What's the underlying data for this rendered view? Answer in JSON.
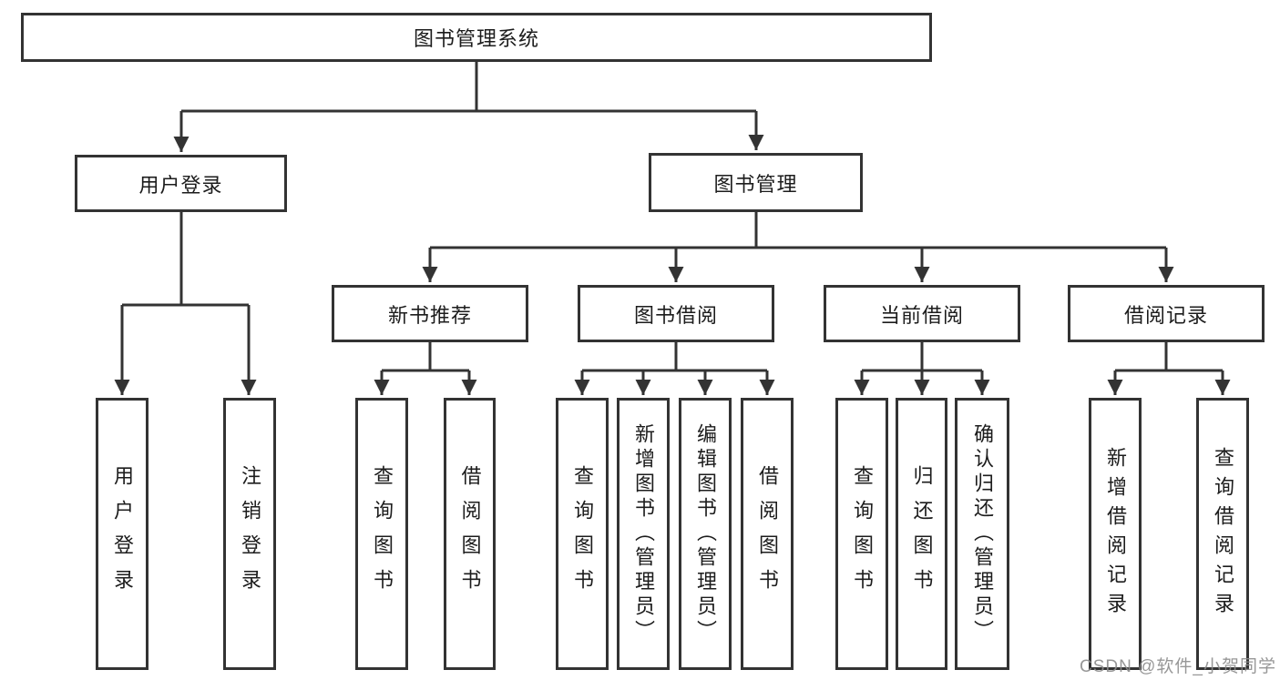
{
  "diagram": {
    "root": {
      "label": "图书管理系统"
    },
    "level2": [
      {
        "label": "用户登录"
      },
      {
        "label": "图书管理"
      }
    ],
    "level3": [
      {
        "label": "新书推荐"
      },
      {
        "label": "图书借阅"
      },
      {
        "label": "当前借阅"
      },
      {
        "label": "借阅记录"
      }
    ],
    "leaves": {
      "user_login": [
        "用户登录",
        "注销登录"
      ],
      "new_books": [
        "查询图书",
        "借阅图书"
      ],
      "book_borrow": [
        "查询图书",
        "新增图书（管理员）",
        "编辑图书（管理员）",
        "借阅图书"
      ],
      "current_borrow": [
        "查询图书",
        "归还图书",
        "确认归还（管理员）"
      ],
      "borrow_records": [
        "新增借阅记录",
        "查询借阅记录"
      ]
    },
    "colors": {
      "line": "#333333",
      "box_border": "#333333",
      "text": "#1c1c1c",
      "background": "#ffffff",
      "watermark": "#8c8c8c"
    },
    "watermark": "CSDN @软件_小贺同学"
  }
}
